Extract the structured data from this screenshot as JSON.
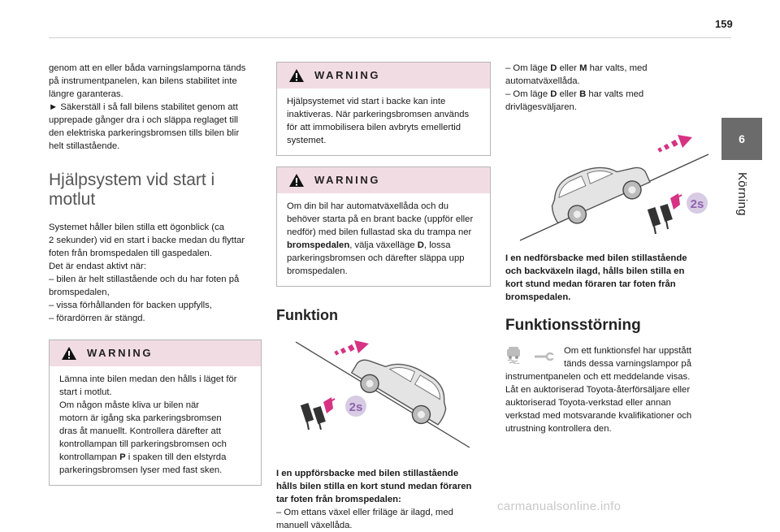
{
  "header": {
    "page_number": "159"
  },
  "chapter": {
    "number": "6",
    "label": "Körning"
  },
  "col1": {
    "intro_lines": [
      "genom att en eller båda varningslamporna tänds",
      "på instrumentpanelen, kan bilens stabilitet inte",
      "längre garanteras.",
      "► Säkerställ i så fall bilens stabilitet genom att",
      "upprepade gånger dra i och släppa reglaget till",
      "den elektriska parkeringsbromsen tills bilen blir",
      "helt stillastående."
    ],
    "section_title_line1": "Hjälpsystem vid start i",
    "section_title_line2": "motlut",
    "body_lines": [
      "Systemet håller bilen stilla ett ögonblick (ca",
      "2 sekunder) vid en start i backe medan du flyttar",
      "foten från bromspedalen till gaspedalen.",
      "Det är endast aktivt när:",
      "– bilen är helt stillastående och du har foten på",
      "bromspedalen,",
      "– vissa förhållanden för backen uppfylls,",
      "– förardörren är stängd."
    ],
    "warning": {
      "title": "WARNING",
      "line1": "Lämna inte bilen medan den hålls i läget för",
      "line2": "start i motlut.",
      "line3": "Om någon måste kliva ur bilen när",
      "line4": "motorn är igång ska parkeringsbromsen",
      "line5": "dras åt manuellt. Kontrollera därefter att",
      "line6": "kontrollampan till parkeringsbromsen och",
      "line7_pre": "kontrollampan ",
      "line7_bold": "P",
      "line7_post": " i spaken till den elstyrda",
      "line8": "parkeringsbromsen lyser med fast sken."
    }
  },
  "col2": {
    "warning1": {
      "title": "WARNING",
      "lines": [
        "Hjälpsystemet vid start i backe kan inte",
        "inaktiveras. När parkeringsbromsen används",
        "för att immobilisera bilen avbryts emellertid",
        "systemet."
      ]
    },
    "warning2": {
      "title": "WARNING",
      "line1": "Om din bil har automatväxellåda och du",
      "line2": "behöver starta på en brant backe (uppför eller",
      "line3": "nedför) med bilen fullastad ska du trampa ner",
      "line4_bold": "bromspedalen",
      "line4_post": ", välja växelläge ",
      "line4_bold2": "D",
      "line4_post2": ", lossa",
      "line5": "parkeringsbromsen och därefter släppa upp",
      "line6": "bromspedalen."
    },
    "heading": "Funktion",
    "illustration_badge": "2s",
    "caption_lines": [
      "I en uppförsbacke med bilen stillastående",
      "hålls bilen stilla en kort stund medan föraren",
      "tar foten från bromspedalen:"
    ],
    "body_lines": [
      "– Om ettans växel eller friläge är ilagd, med",
      "manuell växellåda."
    ]
  },
  "col3": {
    "item1_pre": "– Om läge ",
    "item1_b1": "D",
    "item1_mid": " eller ",
    "item1_b2": "M",
    "item1_post": " har valts, med",
    "item1_line2": "automatväxellåda.",
    "item2_pre": "– Om läge ",
    "item2_b1": "D",
    "item2_mid": " eller  ",
    "item2_b2": "B",
    "item2_post": "  har valts med",
    "item2_line2": "drivlägesväljaren.",
    "illustration_badge": "2s",
    "caption_lines": [
      "I en nedförsbacke med bilen stillastående",
      "och backväxeln ilagd, hålls bilen stilla en",
      "kort stund medan föraren tar foten från",
      "bromspedalen."
    ],
    "heading": "Funktionsstörning",
    "fault_lines": [
      "Om ett funktionsfel har uppstått",
      "tänds dessa varningslampor på"
    ],
    "body_lines": [
      "instrumentpanelen och ett meddelande visas.",
      "Låt en auktoriserad Toyota-återförsäljare eller",
      "auktoriserad Toyota-verkstad eller annan",
      "verkstad med motsvarande kvalifikationer och",
      "utrustning kontrollera den."
    ]
  },
  "footer": {
    "watermark": "carmanualsonline.info"
  },
  "colors": {
    "warning_header": "#f2dce4",
    "tab": "#6b6b6b",
    "arrow": "#d63384",
    "badge": "#c9b8d8"
  }
}
